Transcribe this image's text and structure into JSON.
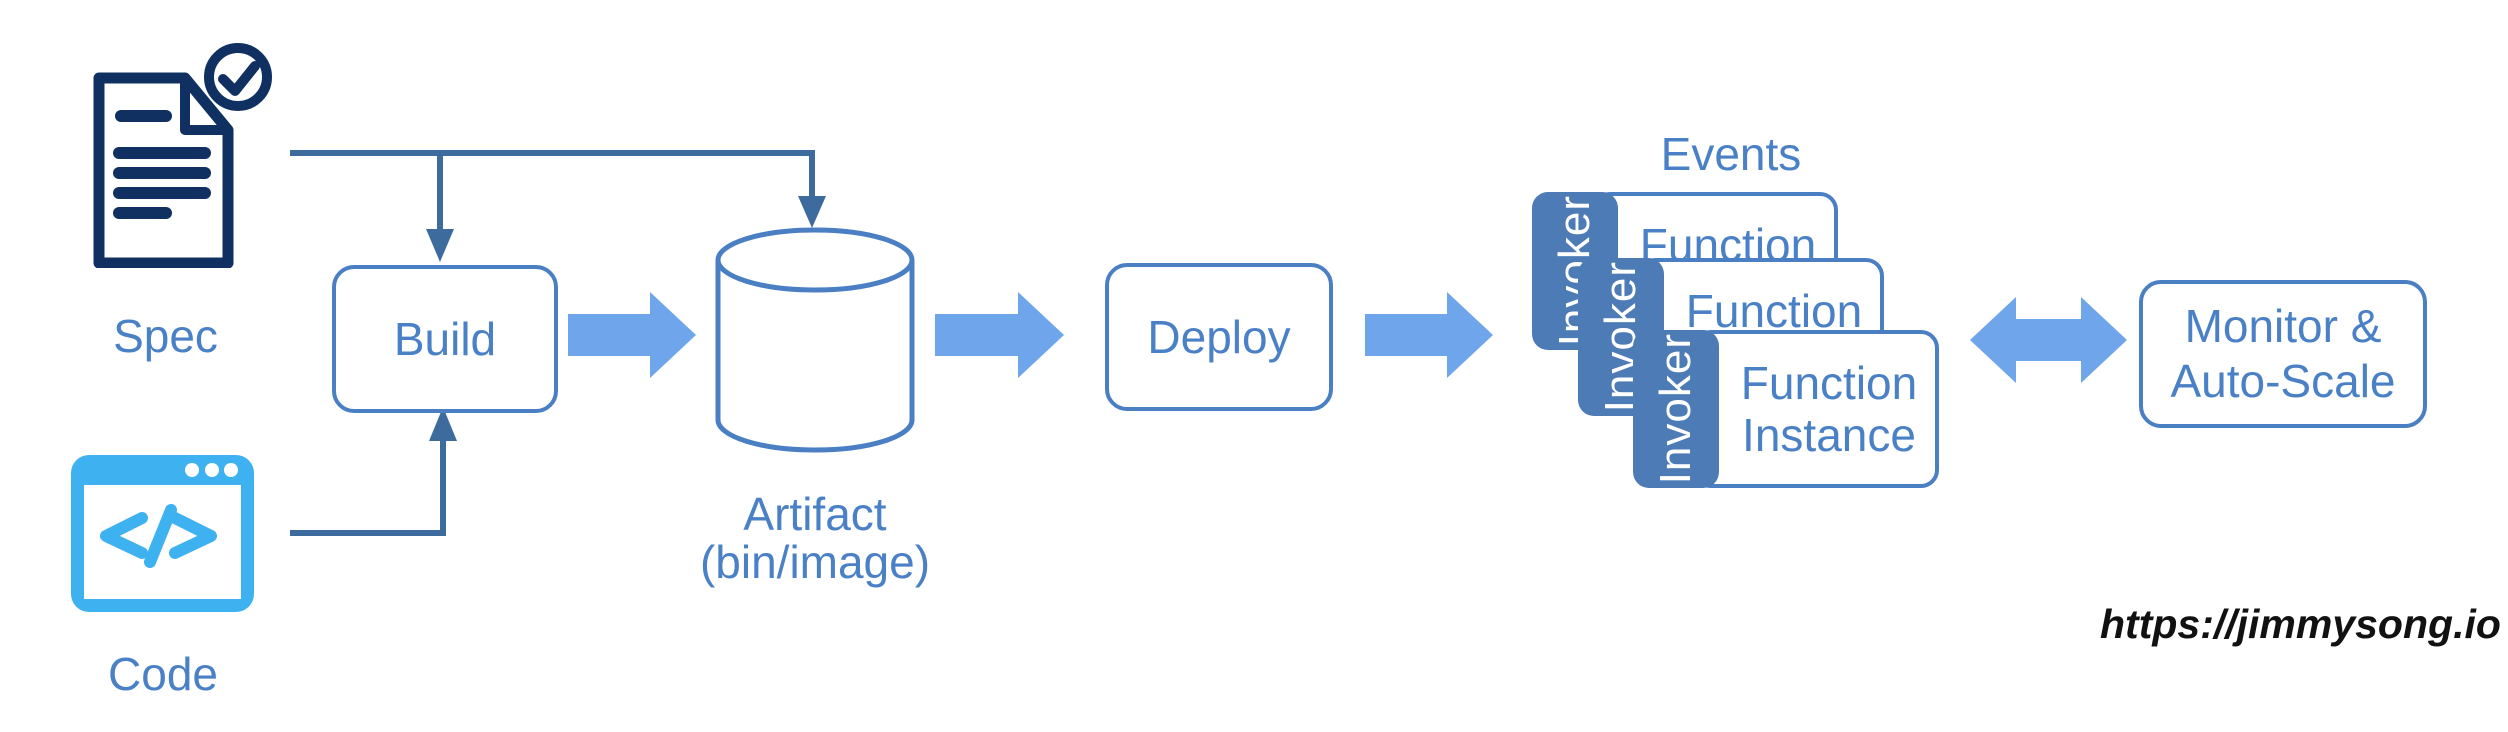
{
  "diagram": {
    "spec_label": "Spec",
    "code_label": "Code",
    "build_label": "Build",
    "artifact_label_line1": "Artifact",
    "artifact_label_line2": "(bin/image)",
    "deploy_label": "Deploy",
    "events_label": "Events",
    "invoker_label": "Invoker",
    "function_line1": "Function",
    "function_line2": "Instance",
    "monitor_label_line1": "Monitor &",
    "monitor_label_line2": "Auto-Scale"
  },
  "footer": {
    "url_text": "https://jimmysong.io"
  },
  "colors": {
    "navy": "#0f3060",
    "label_blue": "#4a80c6",
    "border_blue": "#4a7fc4",
    "connector_blue": "#3e6b9e",
    "arrow_blue": "#6fa5ea",
    "tab_blue": "#4d7bb5",
    "code_blue": "#3eb1f0",
    "footer_text": "#111111"
  }
}
